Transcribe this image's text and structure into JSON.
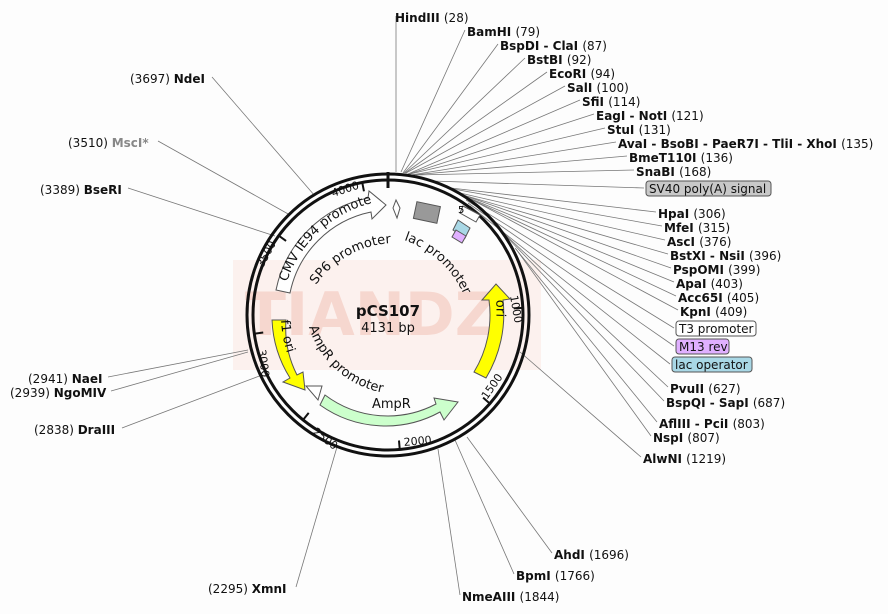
{
  "plasmid": {
    "name": "pCS107",
    "length_label": "4131 bp"
  },
  "watermark": "TIANDZ",
  "colors": {
    "orange_feature": "#ffff00",
    "ampr": "#ccffcc",
    "sv40_box": "#c8c8c8",
    "m13_box": "#e0b0ff",
    "lac_operator_box": "#a9d8e6",
    "t3_box": "#ffffff",
    "disabled_site": "#888888"
  },
  "scale_ticks": [
    "1000",
    "1500",
    "2000",
    "2500",
    "3000",
    "3500",
    "4000"
  ],
  "features": [
    {
      "name": "CMV IE94 promoter",
      "icon": "white-arrow"
    },
    {
      "name": "SP6 promoter",
      "icon": "white-arrow"
    },
    {
      "name": "lac promoter",
      "icon": "white-arrow"
    },
    {
      "name": "ori",
      "icon": "yellow-arrow"
    },
    {
      "name": "AmpR",
      "icon": "green-arrow"
    },
    {
      "name": "AmpR promoter",
      "icon": "white-arrow"
    },
    {
      "name": "f1 ori",
      "icon": "yellow-arrow"
    }
  ],
  "feature_boxes": [
    {
      "label": "SV40 poly(A) signal",
      "color": "#c8c8c8"
    },
    {
      "label": "T3 promoter",
      "color": "#ffffff"
    },
    {
      "label": "M13 rev",
      "color": "#e0b0ff"
    },
    {
      "label": "lac operator",
      "color": "#a9d8e6"
    }
  ],
  "sites_right": [
    {
      "name": "HindIII",
      "pos": "(28)"
    },
    {
      "name": "BamHI",
      "pos": "(79)"
    },
    {
      "name": "BspDI - ClaI",
      "pos": "(87)"
    },
    {
      "name": "BstBI",
      "pos": "(92)"
    },
    {
      "name": "EcoRI",
      "pos": "(94)"
    },
    {
      "name": "SalI",
      "pos": "(100)"
    },
    {
      "name": "SfiI",
      "pos": "(114)"
    },
    {
      "name": "EagI - NotI",
      "pos": "(121)"
    },
    {
      "name": "StuI",
      "pos": "(131)"
    },
    {
      "name": "AvaI - BsoBI - PaeR7I - TliI - XhoI",
      "pos": "(135)"
    },
    {
      "name": "BmeT110I",
      "pos": "(136)"
    },
    {
      "name": "SnaBI",
      "pos": "(168)"
    },
    {
      "name": "HpaI",
      "pos": "(306)"
    },
    {
      "name": "MfeI",
      "pos": "(315)"
    },
    {
      "name": "AscI",
      "pos": "(376)"
    },
    {
      "name": "BstXI - NsiI",
      "pos": "(396)"
    },
    {
      "name": "PspOMI",
      "pos": "(399)"
    },
    {
      "name": "ApaI",
      "pos": "(403)"
    },
    {
      "name": "Acc65I",
      "pos": "(405)"
    },
    {
      "name": "KpnI",
      "pos": "(409)"
    },
    {
      "name": "PvuII",
      "pos": "(627)"
    },
    {
      "name": "BspQI - SapI",
      "pos": "(687)"
    },
    {
      "name": "AflIII - PciI",
      "pos": "(803)"
    },
    {
      "name": "NspI",
      "pos": "(807)"
    },
    {
      "name": "AlwNI",
      "pos": "(1219)"
    }
  ],
  "sites_bottom": [
    {
      "name": "AhdI",
      "pos": "(1696)"
    },
    {
      "name": "BpmI",
      "pos": "(1766)"
    },
    {
      "name": "NmeAIII",
      "pos": "(1844)"
    },
    {
      "name": "XmnI",
      "pos": "(2295)"
    }
  ],
  "sites_left": [
    {
      "name": "NdeI",
      "pos": "(3697)"
    },
    {
      "name": "MscI*",
      "pos": "(3510)",
      "disabled": true
    },
    {
      "name": "BseRI",
      "pos": "(3389)"
    },
    {
      "name": "NaeI",
      "pos": "(2941)"
    },
    {
      "name": "NgoMIV",
      "pos": "(2939)"
    },
    {
      "name": "DraIII",
      "pos": "(2838)"
    }
  ]
}
